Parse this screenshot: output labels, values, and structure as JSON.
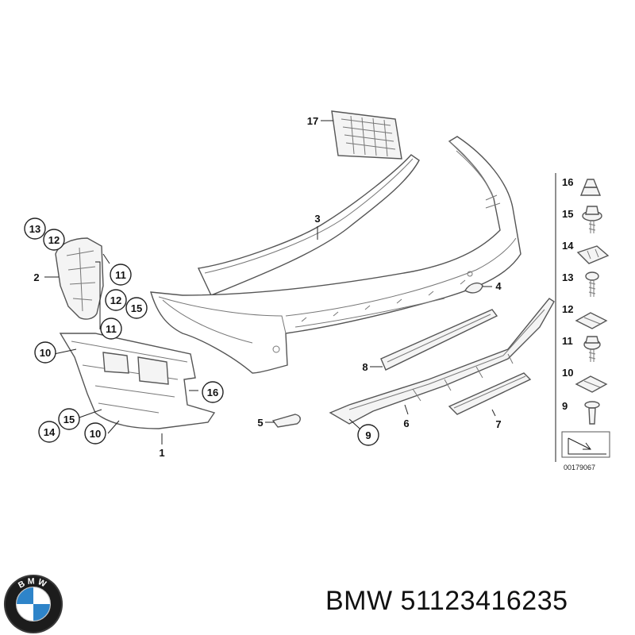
{
  "diagram": {
    "labels": {
      "p1": "1",
      "p2": "2",
      "p3": "3",
      "p4": "4",
      "p5": "5",
      "p6": "6",
      "p7": "7",
      "p8": "8",
      "p9": "9",
      "c10a": "10",
      "c10b": "10",
      "c11a": "11",
      "c11b": "11",
      "c12": "12",
      "c12b": "12",
      "c13": "13",
      "c14": "14",
      "c15a": "15",
      "c15b": "15",
      "c16": "16",
      "p17": "17"
    },
    "panel": {
      "items": [
        "16",
        "15",
        "14",
        "13",
        "12",
        "11",
        "10",
        "9"
      ],
      "ref_number": "00179067"
    }
  },
  "brand": {
    "name": "BMW",
    "part_number": "51123416235",
    "logo_text": "BMW"
  }
}
